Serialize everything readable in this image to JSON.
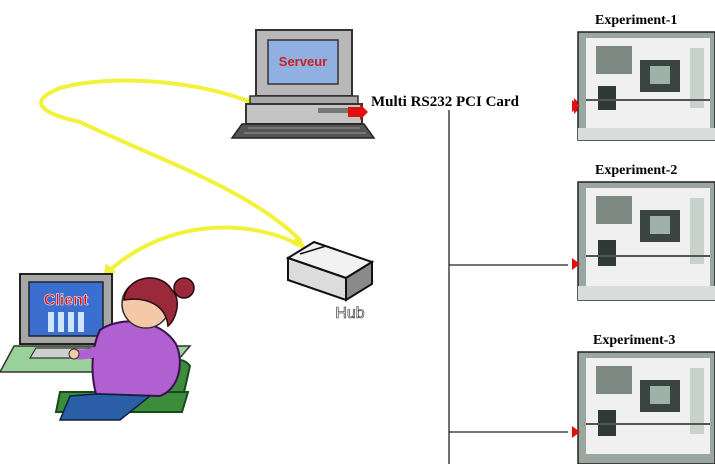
{
  "labels": {
    "server_screen": "Serveur",
    "client_screen": "Client",
    "hub": "Hub",
    "card": "Multi RS232 PCI  Card"
  },
  "experiments": [
    {
      "title": "Experiment-1"
    },
    {
      "title": "Experiment-2"
    },
    {
      "title": "Experiment-3"
    }
  ],
  "colors": {
    "link": "#f2f23a",
    "arrow_red": "#e01010",
    "server_screen": "#8fb0e0",
    "client_screen": "#3a6fd0",
    "client_text": "#e01010",
    "shirt": "#b060d0"
  }
}
